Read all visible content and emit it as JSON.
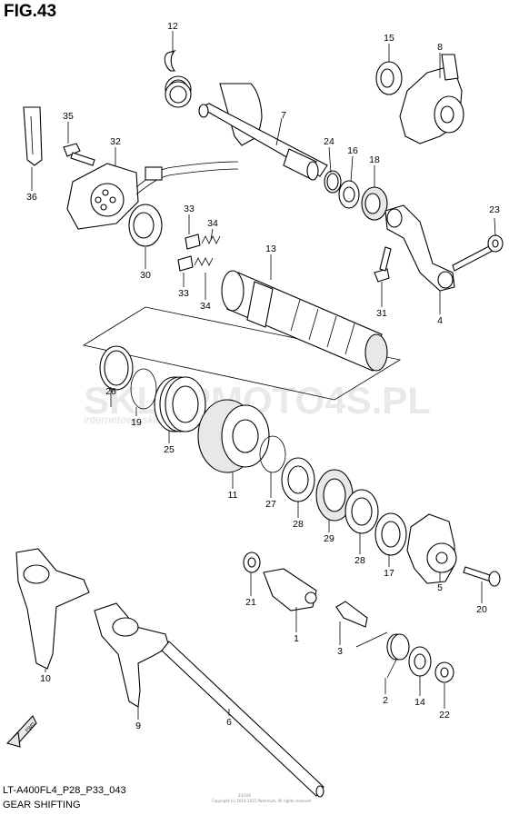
{
  "figure": {
    "title": "FIG.43",
    "code": "LT-A400FL4_P28_P33_043",
    "caption": "GEAR SHIFTING",
    "copyright": "Copyright (c) 2014-2015 Partsmart, All rights reserved",
    "stamp": "23/100"
  },
  "watermark": {
    "main": "SKLEPMOTO4S.PL",
    "sub": "internetowy sklep motocyklowy"
  },
  "direction_badge": "FWD",
  "callouts": [
    "12",
    "7",
    "15",
    "8",
    "35",
    "32",
    "24",
    "16",
    "18",
    "23",
    "36",
    "33",
    "34",
    "30",
    "13",
    "33",
    "34",
    "31",
    "4",
    "26",
    "19",
    "25",
    "11",
    "27",
    "28",
    "29",
    "28",
    "17",
    "5",
    "20",
    "21",
    "1",
    "3",
    "10",
    "9",
    "6",
    "2",
    "14",
    "22"
  ]
}
